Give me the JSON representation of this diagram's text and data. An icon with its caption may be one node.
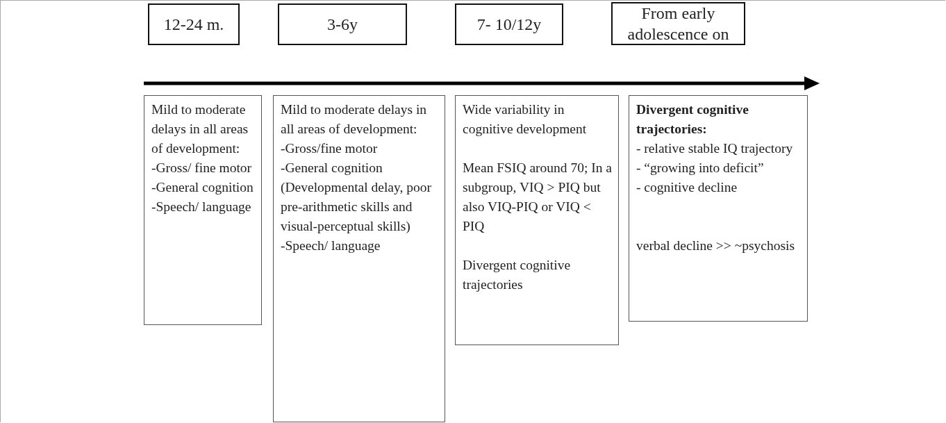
{
  "diagram": {
    "nodes": [
      {
        "text": [
          "12-24 m."
        ]
      },
      {
        "text": [
          "3-6y"
        ]
      },
      {
        "text": [
          "7- 10/12y"
        ]
      },
      {
        "text": [
          "From early adolescence on"
        ]
      },
      {
        "text": [
          "Mild to moderate delays in all areas of development:",
          "-Gross/ fine motor",
          "-General cognition",
          "-Speech/ language"
        ]
      },
      {
        "text": [
          "Mild to moderate delays in all areas of development:",
          "-Gross/fine motor",
          "-General cognition (Developmental delay, poor pre-arithmetic skills and visual-perceptual skills)",
          "-Speech/ language"
        ]
      },
      {
        "text": [
          "Wide variability in cognitive development",
          "Mean FSIQ around 70; In a subgroup, VIQ > PIQ but also VIQ-PIQ or VIQ < PIQ",
          "Divergent cognitive trajectories"
        ]
      },
      {
        "text": [
          "Divergent cognitive trajectories:",
          "- relative stable IQ trajectory",
          "- “growing into deficit”",
          "- cognitive decline",
          "verbal decline >> ~psychosis"
        ]
      }
    ],
    "edges": []
  }
}
